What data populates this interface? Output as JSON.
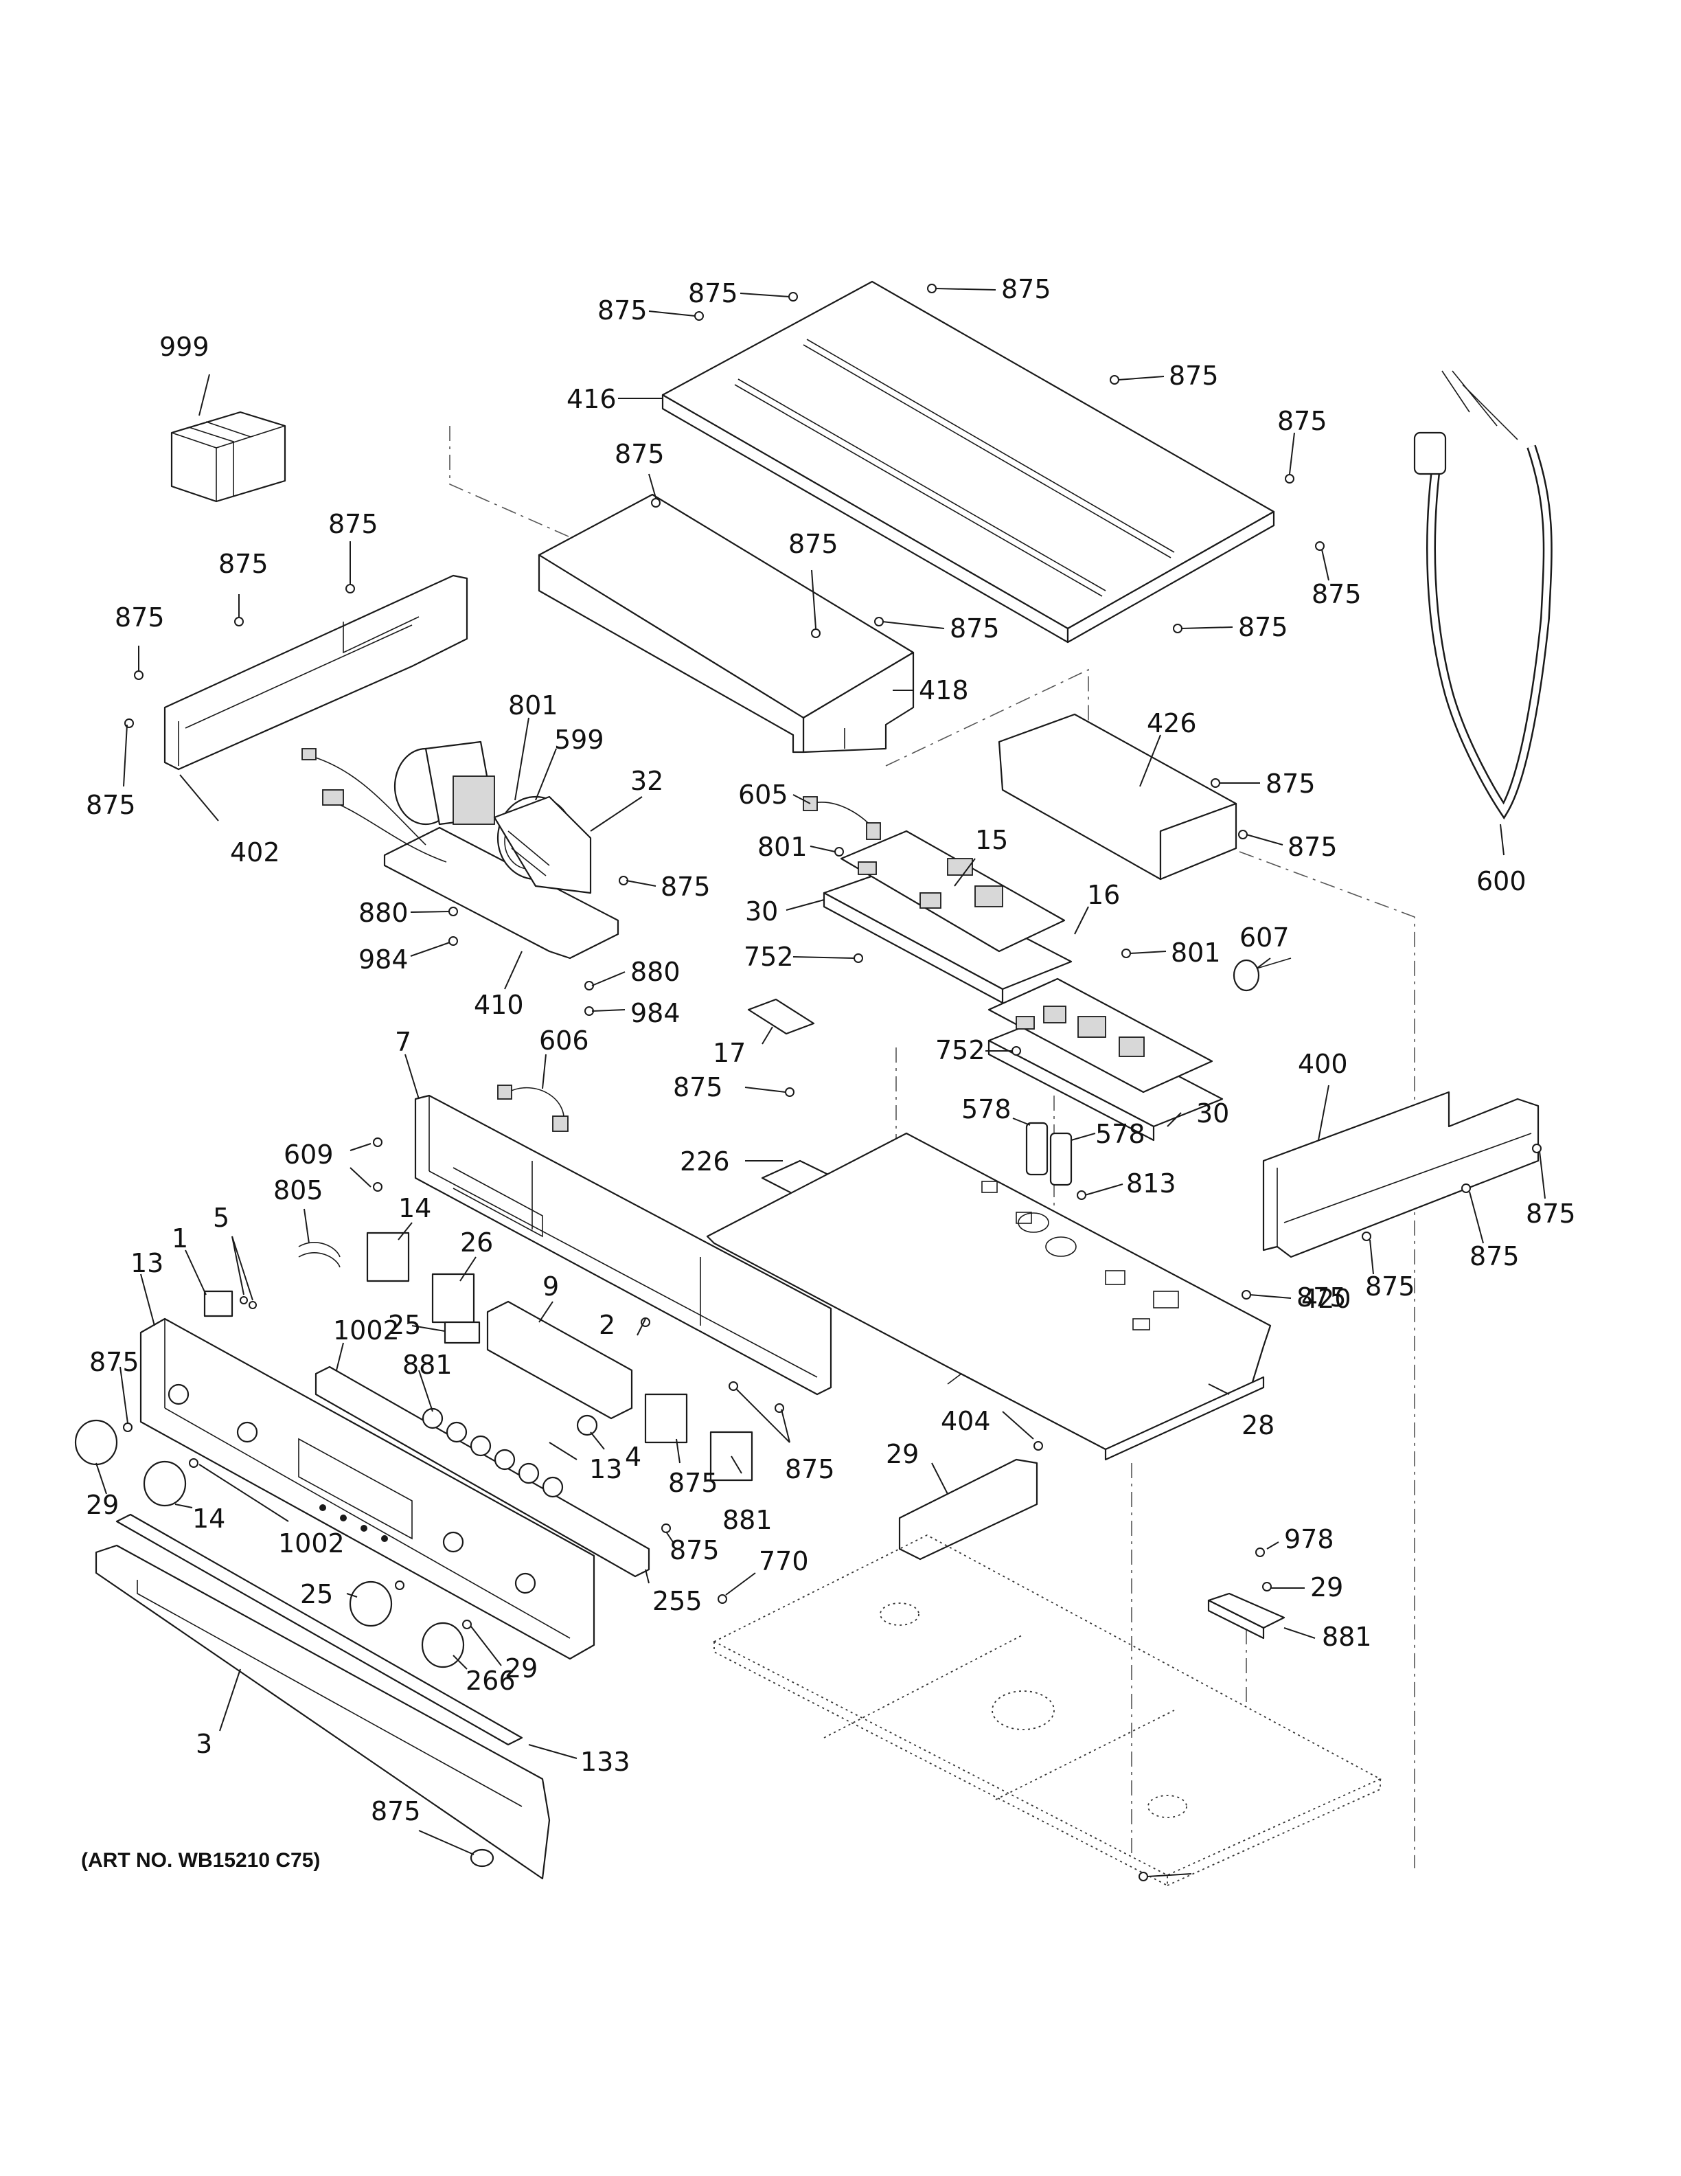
{
  "art_no": "(ART NO. WB15210 C75)",
  "callouts": [
    {
      "id": "999",
      "text": "999"
    },
    {
      "id": "875a",
      "text": "875"
    },
    {
      "id": "875b",
      "text": "875"
    },
    {
      "id": "875c",
      "text": "875"
    },
    {
      "id": "416",
      "text": "416"
    },
    {
      "id": "875d",
      "text": "875"
    },
    {
      "id": "875e",
      "text": "875"
    },
    {
      "id": "875f",
      "text": "875"
    },
    {
      "id": "875g",
      "text": "875"
    },
    {
      "id": "875h",
      "text": "875"
    },
    {
      "id": "875i",
      "text": "875"
    },
    {
      "id": "875j",
      "text": "875"
    },
    {
      "id": "875k",
      "text": "875"
    },
    {
      "id": "875l",
      "text": "875"
    },
    {
      "id": "875m",
      "text": "875"
    },
    {
      "id": "875n",
      "text": "875"
    },
    {
      "id": "418",
      "text": "418"
    },
    {
      "id": "801a",
      "text": "801"
    },
    {
      "id": "599",
      "text": "599"
    },
    {
      "id": "32",
      "text": "32"
    },
    {
      "id": "402",
      "text": "402"
    },
    {
      "id": "875o",
      "text": "875"
    },
    {
      "id": "880a",
      "text": "880"
    },
    {
      "id": "984a",
      "text": "984"
    },
    {
      "id": "410",
      "text": "410"
    },
    {
      "id": "880b",
      "text": "880"
    },
    {
      "id": "984b",
      "text": "984"
    },
    {
      "id": "426",
      "text": "426"
    },
    {
      "id": "875p",
      "text": "875"
    },
    {
      "id": "875q",
      "text": "875"
    },
    {
      "id": "605",
      "text": "605"
    },
    {
      "id": "801b",
      "text": "801"
    },
    {
      "id": "15",
      "text": "15"
    },
    {
      "id": "16",
      "text": "16"
    },
    {
      "id": "30a",
      "text": "30"
    },
    {
      "id": "752a",
      "text": "752"
    },
    {
      "id": "801c",
      "text": "801"
    },
    {
      "id": "607",
      "text": "607"
    },
    {
      "id": "17",
      "text": "17"
    },
    {
      "id": "752b",
      "text": "752"
    },
    {
      "id": "30b",
      "text": "30"
    },
    {
      "id": "600",
      "text": "600"
    },
    {
      "id": "606",
      "text": "606"
    },
    {
      "id": "7",
      "text": "7"
    },
    {
      "id": "875r",
      "text": "875"
    },
    {
      "id": "226",
      "text": "226"
    },
    {
      "id": "578a",
      "text": "578"
    },
    {
      "id": "578b",
      "text": "578"
    },
    {
      "id": "813",
      "text": "813"
    },
    {
      "id": "400",
      "text": "400"
    },
    {
      "id": "875s",
      "text": "875"
    },
    {
      "id": "875t",
      "text": "875"
    },
    {
      "id": "875u",
      "text": "875"
    },
    {
      "id": "875v",
      "text": "875"
    },
    {
      "id": "609",
      "text": "609"
    },
    {
      "id": "805",
      "text": "805"
    },
    {
      "id": "5",
      "text": "5"
    },
    {
      "id": "1",
      "text": "1"
    },
    {
      "id": "13a",
      "text": "13"
    },
    {
      "id": "14a",
      "text": "14"
    },
    {
      "id": "26",
      "text": "26"
    },
    {
      "id": "9",
      "text": "9"
    },
    {
      "id": "25a",
      "text": "25"
    },
    {
      "id": "1002a",
      "text": "1002"
    },
    {
      "id": "2",
      "text": "2"
    },
    {
      "id": "881a",
      "text": "881"
    },
    {
      "id": "875w",
      "text": "875"
    },
    {
      "id": "420",
      "text": "420"
    },
    {
      "id": "28",
      "text": "28"
    },
    {
      "id": "4",
      "text": "4"
    },
    {
      "id": "13b",
      "text": "13"
    },
    {
      "id": "875x",
      "text": "875"
    },
    {
      "id": "875y",
      "text": "875"
    },
    {
      "id": "404",
      "text": "404"
    },
    {
      "id": "29a",
      "text": "29"
    },
    {
      "id": "29b",
      "text": "29"
    },
    {
      "id": "14b",
      "text": "14"
    },
    {
      "id": "881b",
      "text": "881"
    },
    {
      "id": "1002b",
      "text": "1002"
    },
    {
      "id": "875z",
      "text": "875"
    },
    {
      "id": "770",
      "text": "770"
    },
    {
      "id": "978",
      "text": "978"
    },
    {
      "id": "29c",
      "text": "29"
    },
    {
      "id": "25b",
      "text": "25"
    },
    {
      "id": "255",
      "text": "255"
    },
    {
      "id": "881c",
      "text": "881"
    },
    {
      "id": "29d",
      "text": "29"
    },
    {
      "id": "266",
      "text": "266"
    },
    {
      "id": "3",
      "text": "3"
    },
    {
      "id": "133",
      "text": "133"
    },
    {
      "id": "875aa",
      "text": "875"
    }
  ]
}
